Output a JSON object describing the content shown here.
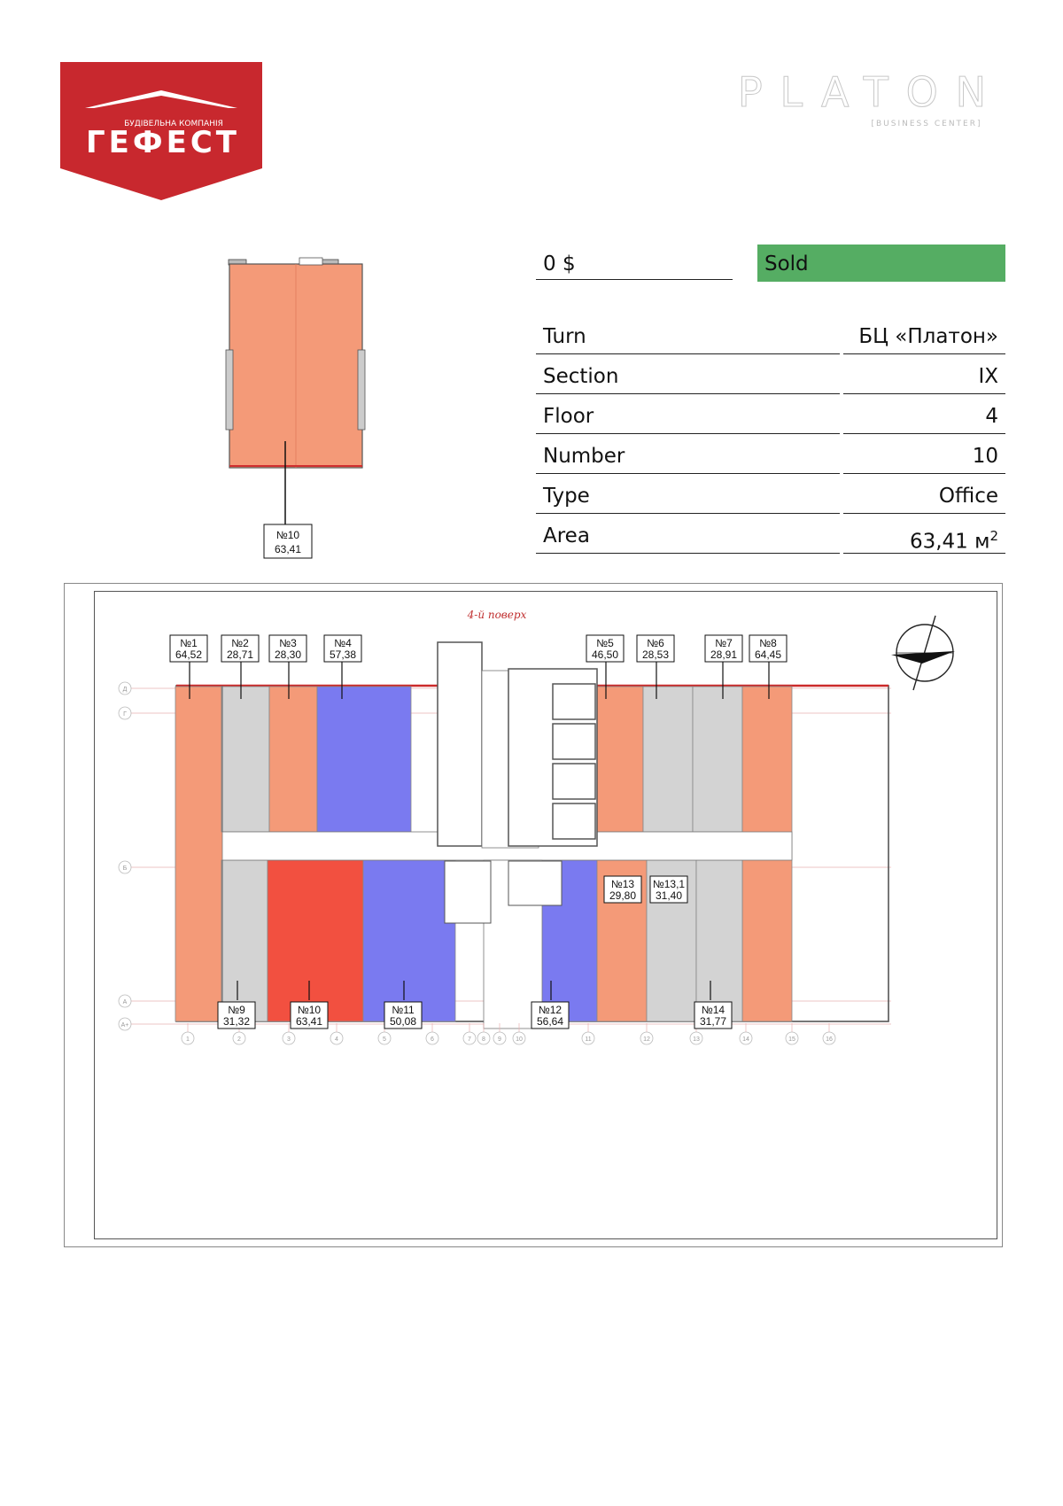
{
  "logo": {
    "subtitle": "БУДІВЕЛЬНА КОМПАНІЯ",
    "name": "ГЕФЕСТ",
    "color": "#c8282e"
  },
  "brand": {
    "name": "PLATON",
    "tagline": "[BUSINESS CENTER]"
  },
  "price": "0 $",
  "status": {
    "label": "Sold",
    "color": "#55ad63"
  },
  "info": [
    {
      "label": "Turn",
      "value": "БЦ «Платон»"
    },
    {
      "label": "Section",
      "value": "IX"
    },
    {
      "label": "Floor",
      "value": "4"
    },
    {
      "label": "Number",
      "value": "10"
    },
    {
      "label": "Type",
      "value": "Office"
    },
    {
      "label": "Area",
      "value": "63,41 м",
      "unit_sup": "2"
    }
  ],
  "selected_unit": {
    "number": "№10",
    "area": "63,41"
  },
  "floor_plan": {
    "title": "4-й поверх",
    "colors": {
      "available": "#f49a78",
      "sold": "#d3d3d3",
      "reserved": "#7a7af0",
      "selected": "#f25040"
    },
    "units": [
      {
        "number": "№1",
        "area": "64,52",
        "status": "available"
      },
      {
        "number": "№2",
        "area": "28,71",
        "status": "sold"
      },
      {
        "number": "№3",
        "area": "28,30",
        "status": "available"
      },
      {
        "number": "№4",
        "area": "57,38",
        "status": "reserved"
      },
      {
        "number": "№5",
        "area": "46,50",
        "status": "available"
      },
      {
        "number": "№6",
        "area": "28,53",
        "status": "sold"
      },
      {
        "number": "№7",
        "area": "28,91",
        "status": "sold"
      },
      {
        "number": "№8",
        "area": "64,45",
        "status": "available"
      },
      {
        "number": "№9",
        "area": "31,32",
        "status": "sold"
      },
      {
        "number": "№10",
        "area": "63,41",
        "status": "selected"
      },
      {
        "number": "№11",
        "area": "50,08",
        "status": "reserved"
      },
      {
        "number": "№12",
        "area": "56,64",
        "status": "reserved"
      },
      {
        "number": "№13",
        "area": "29,80",
        "status": "available"
      },
      {
        "number": "№13,1",
        "area": "31,40",
        "status": "sold"
      },
      {
        "number": "№14",
        "area": "31,77",
        "status": "sold"
      }
    ],
    "axis_rows": [
      "Д",
      "Г",
      "Б",
      "А",
      "А+"
    ],
    "axis_cols": [
      "1",
      "2",
      "3",
      "4",
      "5",
      "6",
      "7",
      "8",
      "9",
      "10",
      "11",
      "12",
      "13",
      "14",
      "15",
      "16"
    ]
  }
}
